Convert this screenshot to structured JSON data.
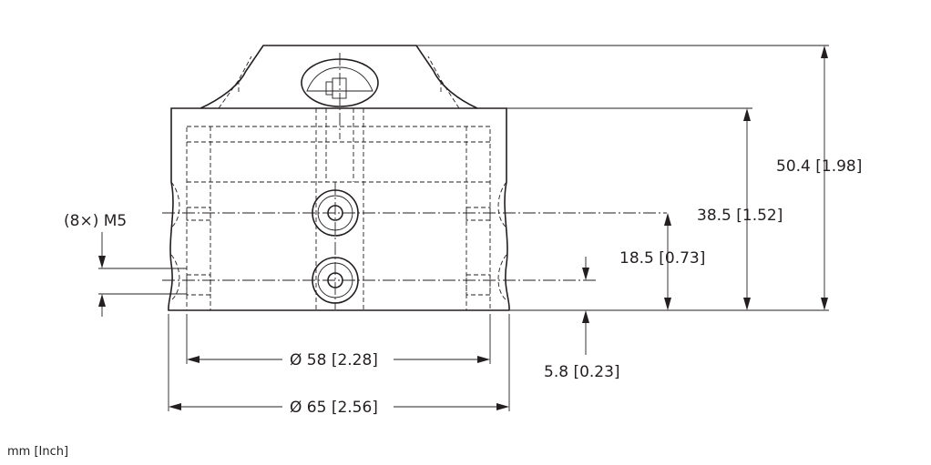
{
  "drawing": {
    "dim_height_total": "50.4 [1.98]",
    "dim_height_body": "38.5 [1.52]",
    "dim_height_thread": "18.5 [0.73]",
    "dim_offset": "5.8 [0.23]",
    "dim_diameter_inner": "Ø 58 [2.28]",
    "dim_diameter_outer": "Ø 65 [2.56]",
    "thread_callout": "(8×) M5",
    "units_note": "mm [Inch]"
  },
  "colors": {
    "ink": "#231f20",
    "background": "#ffffff"
  }
}
